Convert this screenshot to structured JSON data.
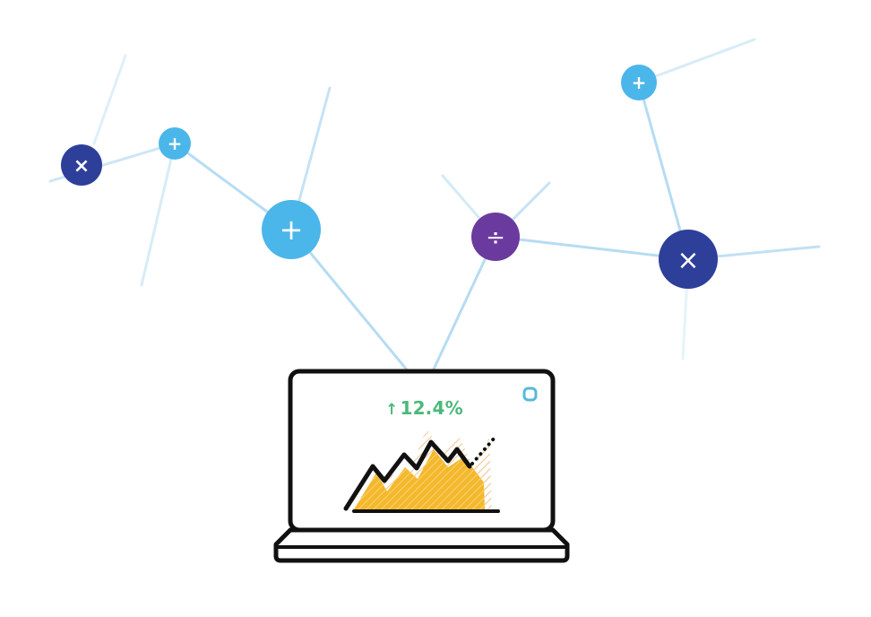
{
  "stat": {
    "arrow": "↑",
    "value": "12.4%"
  },
  "colors": {
    "light_blue": "#4bb6ea",
    "dark_blue": "#2e3f9a",
    "purple": "#6b3a9e",
    "line": "#b6dcf2",
    "green": "#4cb97a",
    "chart_yellow": "#f4b82c",
    "chart_stroke": "#111111"
  },
  "nodes": [
    {
      "symbol": "+",
      "name": "plus-node-large",
      "color": "light_blue"
    },
    {
      "symbol": "+",
      "name": "plus-node-small-left",
      "color": "light_blue"
    },
    {
      "symbol": "×",
      "name": "times-node-small-left",
      "color": "dark_blue"
    },
    {
      "symbol": "÷",
      "name": "divide-node",
      "color": "purple"
    },
    {
      "symbol": "+",
      "name": "plus-node-small-right",
      "color": "light_blue"
    },
    {
      "symbol": "×",
      "name": "times-node-large-right",
      "color": "dark_blue"
    }
  ],
  "icons": {
    "laptop": "laptop-icon",
    "corner": "rounded-square-icon",
    "chart": "area-chart-icon",
    "trend_arrow": "up-arrow-icon"
  }
}
